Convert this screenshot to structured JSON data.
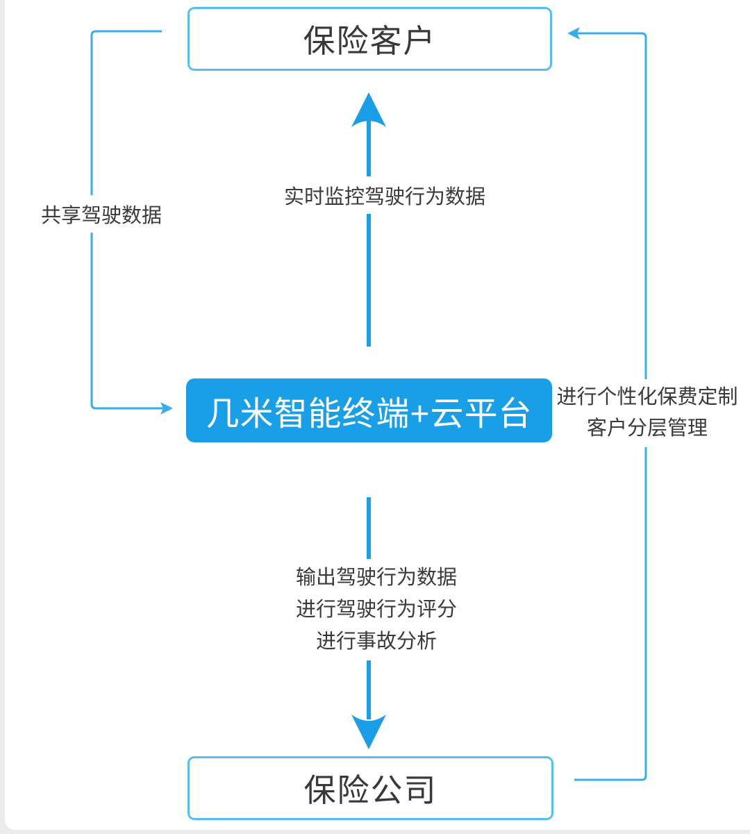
{
  "page": {
    "background_color": "#ECECEE",
    "canvas_color": "#FFFFFF"
  },
  "diagram": {
    "colors": {
      "primary_blue": "#189FE8",
      "connector_blue": "#35ADEE",
      "box_border_blue": "#55C0F0",
      "text_dark": "#3A3A3A",
      "platform_text": "#FFFFFF"
    },
    "nodes": {
      "customer": {
        "label": "保险客户"
      },
      "platform": {
        "label": "几米智能终端+云平台"
      },
      "insurer": {
        "label": "保险公司"
      }
    },
    "edges": {
      "monitor": {
        "from": "platform",
        "to": "customer",
        "label": "实时监控驾驶行为数据"
      },
      "share": {
        "from": "customer",
        "to": "platform",
        "label": "共享驾驶数据"
      },
      "output": {
        "from": "platform",
        "to": "insurer",
        "lines": [
          "输出驾驶行为数据",
          "进行驾驶行为评分",
          "进行事故分析"
        ]
      },
      "premium": {
        "from": "insurer",
        "to": "customer",
        "lines": [
          "进行个性化保费定制",
          "客户分层管理"
        ]
      }
    }
  }
}
